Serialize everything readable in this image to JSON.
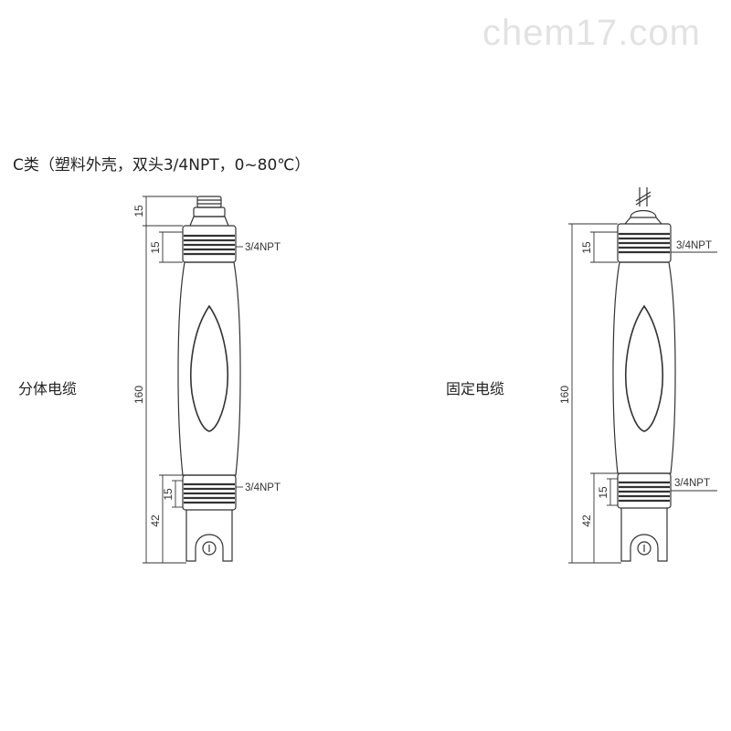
{
  "watermark": "chem17.com",
  "title": "C类（塑料外壳，双头3/4NPT，0~80℃）",
  "left_sensor": {
    "label": "分体电缆",
    "top_dim": "15",
    "thread_dim_top": "15",
    "total_length": "160",
    "thread_dim_bottom": "15",
    "bottom_length": "42",
    "thread_top": "3/4NPT",
    "thread_bottom": "3/4NPT"
  },
  "right_sensor": {
    "label": "固定电缆",
    "thread_dim_top": "15",
    "total_length": "160",
    "thread_dim_bottom": "15",
    "bottom_length": "42",
    "thread_top": "3/4NPT",
    "thread_bottom": "3/4NPT"
  }
}
